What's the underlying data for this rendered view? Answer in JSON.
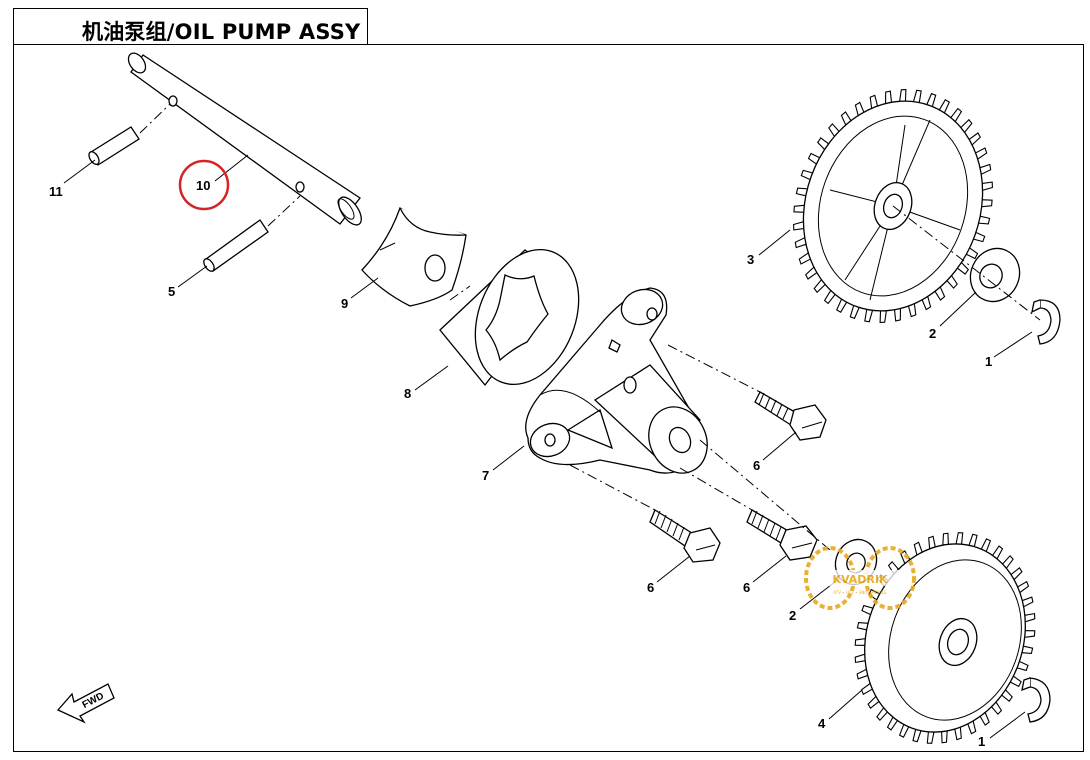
{
  "title": "机油泵组/OIL PUMP ASSY",
  "fwd_label": "FWD",
  "highlighted_callout": "10",
  "highlight_color": "#d42424",
  "watermark": {
    "text": "KVADRIK",
    "subtext": "ATV • UTV • SNOWMOBILE",
    "color": "#e7a91c"
  },
  "callouts": {
    "c1a": "1",
    "c1b": "1",
    "c2a": "2",
    "c2b": "2",
    "c3": "3",
    "c4": "4",
    "c5": "5",
    "c6a": "6",
    "c6b": "6",
    "c6c": "6",
    "c7": "7",
    "c8": "8",
    "c9": "9",
    "c10": "10",
    "c11": "11"
  }
}
